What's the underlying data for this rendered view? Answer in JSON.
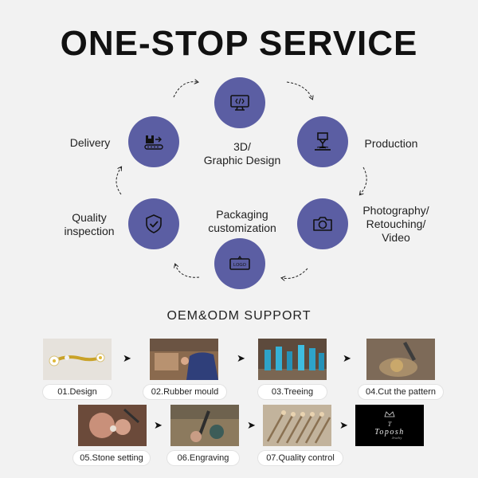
{
  "title": "ONE-STOP SERVICE",
  "cycle": {
    "nodes": [
      {
        "label": "3D/\nGraphic Design",
        "icon": "monitor-code-icon"
      },
      {
        "label": "Production",
        "icon": "laser-machine-icon"
      },
      {
        "label": "Photography/\nRetouching/\nVideo",
        "icon": "camera-icon"
      },
      {
        "label": "Packaging\ncustomization",
        "icon": "logo-box-icon"
      },
      {
        "label": "Quality\ninspection",
        "icon": "shield-check-icon"
      },
      {
        "label": "Delivery",
        "icon": "conveyor-box-icon"
      }
    ],
    "accent": "#5b5ea3"
  },
  "support": {
    "title": "OEM&ODM SUPPORT",
    "steps": [
      {
        "label": "01.Design"
      },
      {
        "label": "02.Rubber mould"
      },
      {
        "label": "03.Treeing"
      },
      {
        "label": "04.Cut the pattern"
      },
      {
        "label": "05.Stone setting"
      },
      {
        "label": "06.Engraving"
      },
      {
        "label": "07.Quality control"
      }
    ],
    "brand_logo": "Toposh Jewelry"
  }
}
